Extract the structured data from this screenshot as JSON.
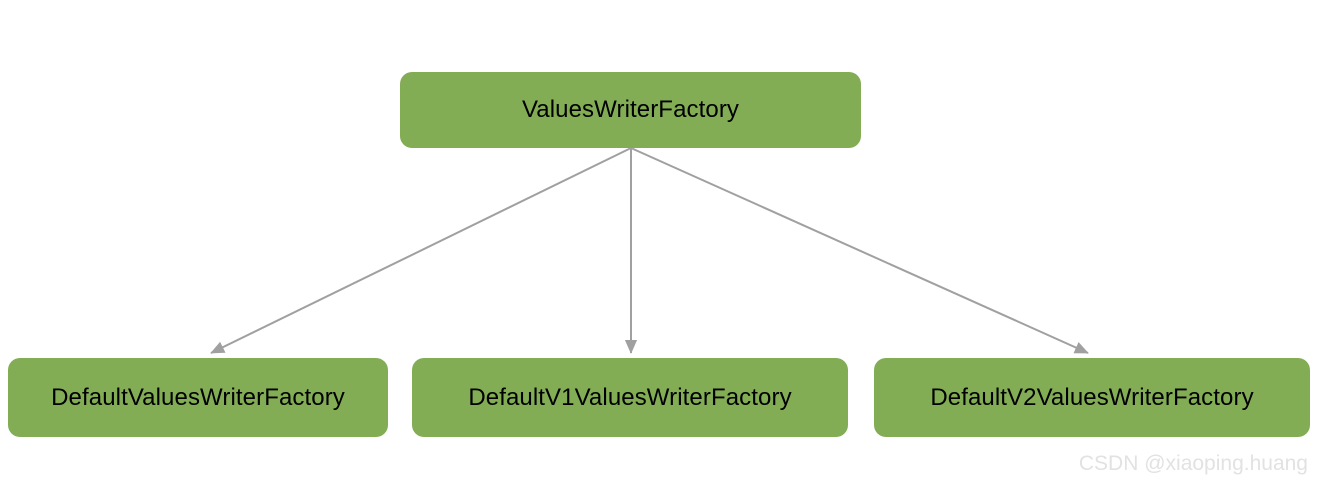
{
  "diagram": {
    "type": "class-inheritance",
    "background_color": "#ffffff",
    "node_fill_color": "#82ad55",
    "node_text_color": "#000000",
    "edge_color": "#a0a0a0",
    "root": {
      "label": "ValuesWriterFactory"
    },
    "children": [
      {
        "label": "DefaultValuesWriterFactory"
      },
      {
        "label": "DefaultV1ValuesWriterFactory"
      },
      {
        "label": "DefaultV2ValuesWriterFactory"
      }
    ],
    "edges": [
      {
        "from": "ValuesWriterFactory",
        "to": "DefaultValuesWriterFactory",
        "arrow": "open-triangle"
      },
      {
        "from": "ValuesWriterFactory",
        "to": "DefaultV1ValuesWriterFactory",
        "arrow": "open-triangle"
      },
      {
        "from": "ValuesWriterFactory",
        "to": "DefaultV2ValuesWriterFactory",
        "arrow": "open-triangle"
      }
    ]
  },
  "watermark": {
    "text": "CSDN @xiaoping.huang",
    "color": "#e2e2e2"
  }
}
